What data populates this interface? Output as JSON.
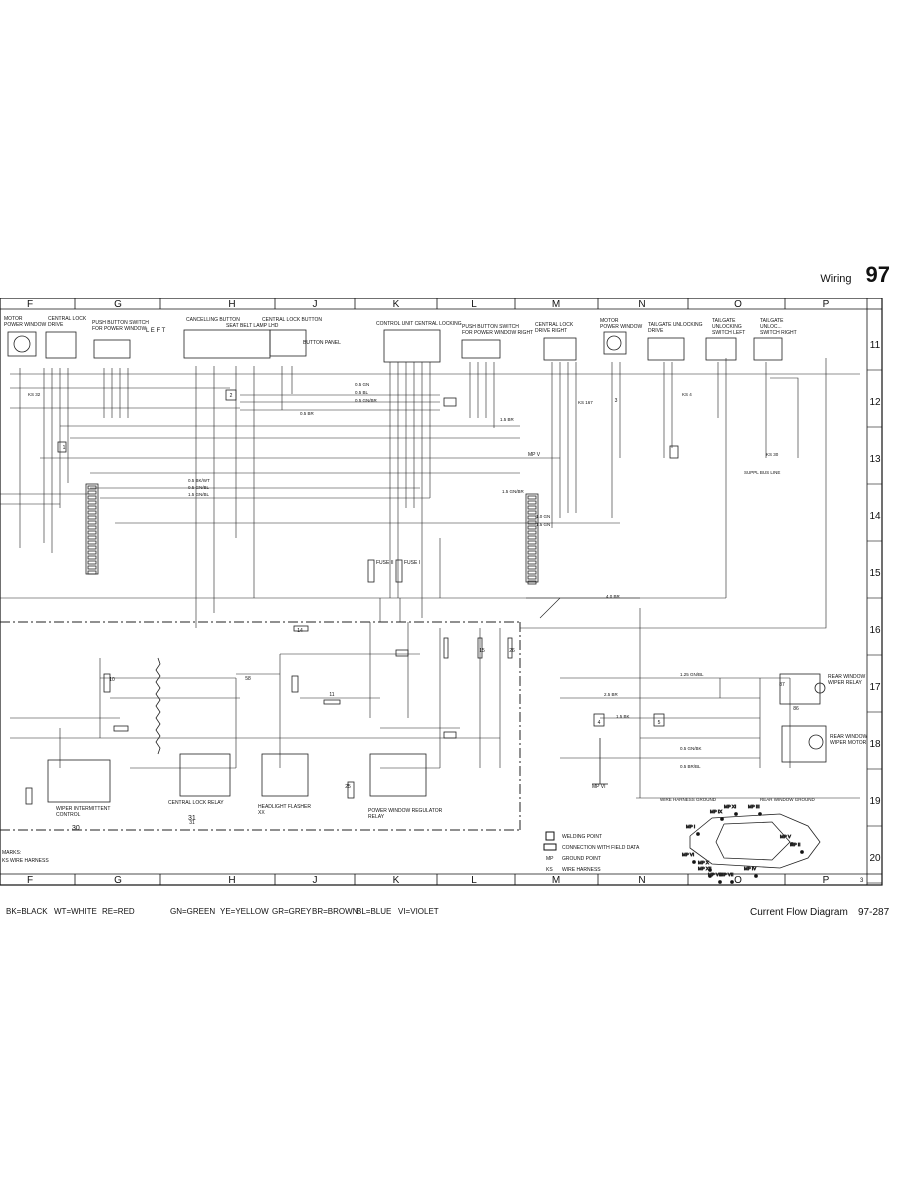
{
  "header": {
    "section": "Wiring",
    "page_number": "97"
  },
  "grid": {
    "columns": [
      "F",
      "G",
      "H",
      "J",
      "K",
      "L",
      "M",
      "N",
      "O",
      "P"
    ],
    "rows": [
      "11",
      "12",
      "13",
      "14",
      "15",
      "16",
      "17",
      "18",
      "19",
      "20"
    ]
  },
  "components": {
    "motor_power_window_left": [
      "MOTOR",
      "POWER WINDOW"
    ],
    "central_lock_drive_left": [
      "CENTRAL LOCK",
      "DRIVE"
    ],
    "push_button_switch_left": [
      "PUSH BUTTON SWITCH",
      "FOR POWER WINDOW"
    ],
    "push_button_switch_left_side": "L E F T",
    "cancelling_button": "CANCELLING BUTTON",
    "seat_belt_lamp": "SEAT BELT LAMP LHD",
    "central_lock_button": "CENTRAL LOCK BUTTON",
    "button_panel": "BUTTON PANEL",
    "control_unit_central_locking": "CONTROL UNIT CENTRAL LOCKING",
    "push_button_switch_right": [
      "PUSH BUTTON SWITCH",
      "FOR POWER WINDOW RIGHT"
    ],
    "central_lock_drive_right": [
      "CENTRAL LOCK",
      "DRIVE RIGHT"
    ],
    "motor_power_window_right": [
      "MOTOR",
      "POWER WINDOW"
    ],
    "tailgate_unlocking_drive": [
      "TAILGATE UNLOCKING",
      "DRIVE"
    ],
    "tailgate_unlocking_switch_left": [
      "TAILGATE",
      "UNLOCKING",
      "SWITCH LEFT"
    ],
    "tailgate_switch_right": [
      "TAILGATE",
      "UNLOC...",
      "SWITCH RIGHT"
    ],
    "rear_window_wiper_relay": [
      "REAR WINDOW",
      "WIPER RELAY"
    ],
    "rear_window_wiper_motor": [
      "REAR WINDOW",
      "WIPER MOTOR"
    ],
    "wiper_intermittent_control": [
      "WIPER INTERMITTENT",
      "CONTROL"
    ],
    "wiper_intermittent_number": "30",
    "central_lock_relay": "CENTRAL LOCK RELAY",
    "central_lock_relay_number": "31",
    "headlight_flasher": [
      "HEADLIGHT FLASHER",
      "XX"
    ],
    "power_window_regulator": [
      "POWER WINDOW REGULATOR",
      "RELAY"
    ],
    "fuse_labels": [
      "FUSE II",
      "FUSE I"
    ],
    "mp_v": "MP V",
    "mp_vi": "MP VI"
  },
  "wire_labels": [
    "KS 32",
    "KS 167",
    "KS 4",
    "KS 30",
    "0.5 BR",
    "0.5 GN",
    "0.5 BL",
    "0.5 GN/BR",
    "1.5 BR",
    "0.5 BK/WT",
    "0.5 GN/BL",
    "1.5 GN/BL",
    "1.5 GN/BR",
    "1.0 GN",
    "1.5 GN",
    "1.25 GN/BL",
    "2.5 BR",
    "1.5 BK",
    "0.5 GN/BK",
    "0.5 BR/BL",
    "4.0 BR",
    "SUPPL BUS LINE",
    "WIRE HARNESS GROUND",
    "REAR WINDOW GROUND"
  ],
  "markers": [
    "1",
    "2",
    "3",
    "4",
    "5",
    "10",
    "11",
    "14",
    "15",
    "25",
    "26",
    "31",
    "58",
    "86",
    "87"
  ],
  "legend": {
    "items": [
      {
        "symbol": "square",
        "text": "WELDING POINT"
      },
      {
        "symbol": "rect",
        "text": "CONNECTION WITH FIELD DATA"
      },
      {
        "symbol": "MP",
        "text": "GROUND POINT"
      },
      {
        "symbol": "KS",
        "text": "WIRE HARNESS"
      }
    ],
    "left_notes": [
      "MARKS:",
      "KS WIRE HARNESS"
    ]
  },
  "ground_points": [
    "MP IX",
    "MP XI",
    "MP III",
    "MP V",
    "MP II",
    "MP I",
    "MP VI",
    "MP XII",
    "MP VIII",
    "MP IV",
    "MP X",
    "MP VII"
  ],
  "color_codes": [
    {
      "code": "BK=BLACK",
      "hex": "#000000"
    },
    {
      "code": "WT=WHITE",
      "hex": "#ffffff"
    },
    {
      "code": "RE=RED",
      "hex": "#cc0000"
    },
    {
      "code": "GN=GREEN",
      "hex": "#008800"
    },
    {
      "code": "YE=YELLOW",
      "hex": "#e6c800"
    },
    {
      "code": "GR=GREY",
      "hex": "#888888"
    },
    {
      "code": "BR=BROWN",
      "hex": "#7a4a1e"
    },
    {
      "code": "BL=BLUE",
      "hex": "#0044cc"
    },
    {
      "code": "VI=VIOLET",
      "hex": "#7a2a9a"
    }
  ],
  "footer": {
    "title": "Current Flow Diagram",
    "doc_number": "97-287"
  },
  "corner_number": "3"
}
